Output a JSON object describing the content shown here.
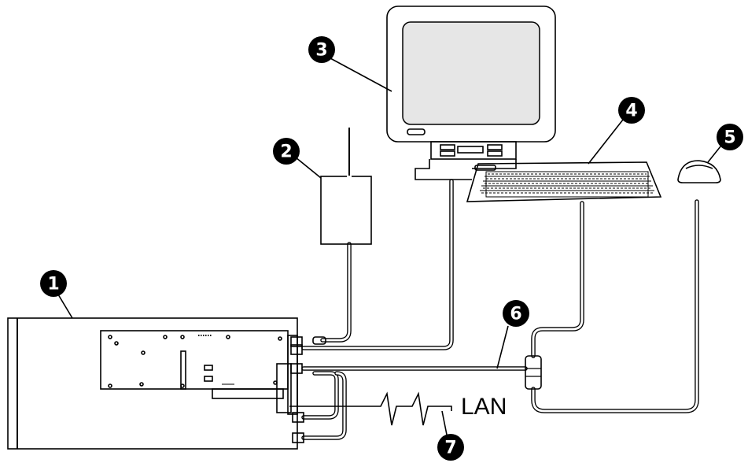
{
  "callouts": [
    {
      "id": 1,
      "label": "1"
    },
    {
      "id": 2,
      "label": "2"
    },
    {
      "id": 3,
      "label": "3"
    },
    {
      "id": 4,
      "label": "4"
    },
    {
      "id": 5,
      "label": "5"
    },
    {
      "id": 6,
      "label": "6"
    },
    {
      "id": 7,
      "label": "7"
    }
  ],
  "lan_label": "LAN",
  "components": [
    "server-unit",
    "power-adapter",
    "monitor",
    "keyboard",
    "mouse",
    "splitter-cable",
    "lan-connection"
  ],
  "colors": {
    "line": "#000000",
    "monitor_screen": "#e6e6e6",
    "background": "#ffffff"
  }
}
